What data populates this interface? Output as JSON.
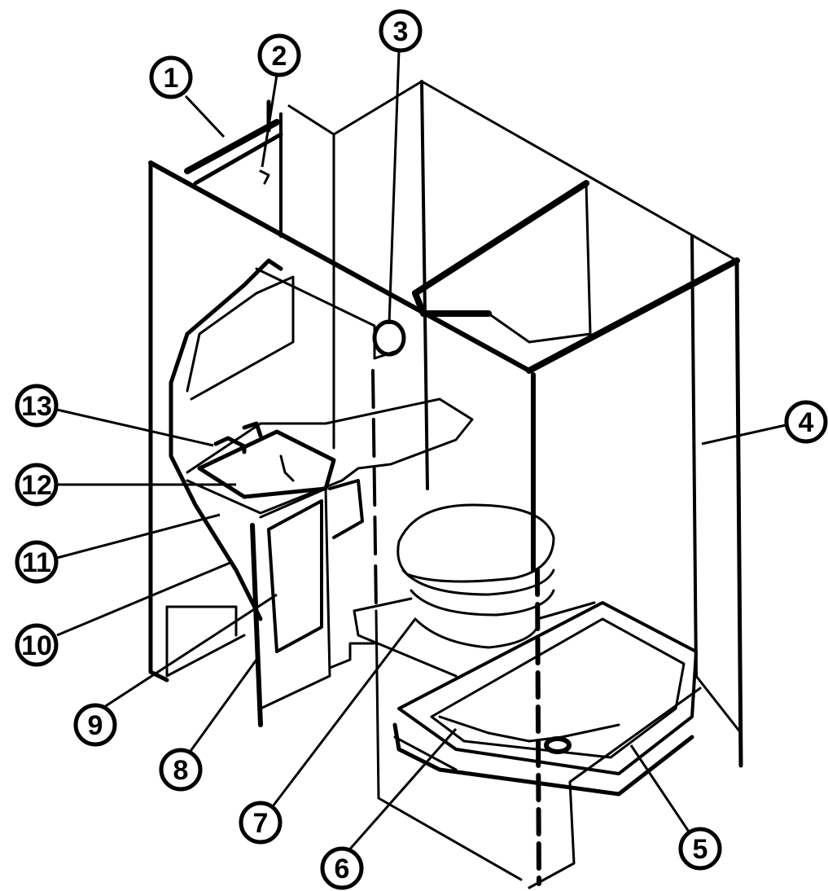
{
  "callouts": [
    {
      "id": "1",
      "label": "1",
      "part": "1"
    },
    {
      "id": "2",
      "label": "2",
      "part": "2"
    },
    {
      "id": "3",
      "label": "3",
      "part": "3"
    },
    {
      "id": "4",
      "label": "4",
      "part": "4"
    },
    {
      "id": "5",
      "label": "5",
      "part": "5"
    },
    {
      "id": "6",
      "label": "6",
      "part": "6"
    },
    {
      "id": "7",
      "label": "7",
      "part": "7"
    },
    {
      "id": "8",
      "label": "8",
      "part": "8"
    },
    {
      "id": "9",
      "label": "9",
      "part": "9"
    },
    {
      "id": "10",
      "label": "10",
      "part": "10"
    },
    {
      "id": "11",
      "label": "11",
      "part": "11"
    },
    {
      "id": "12",
      "label": "12",
      "part": "12"
    },
    {
      "id": "13",
      "label": "13",
      "part": "13"
    }
  ]
}
